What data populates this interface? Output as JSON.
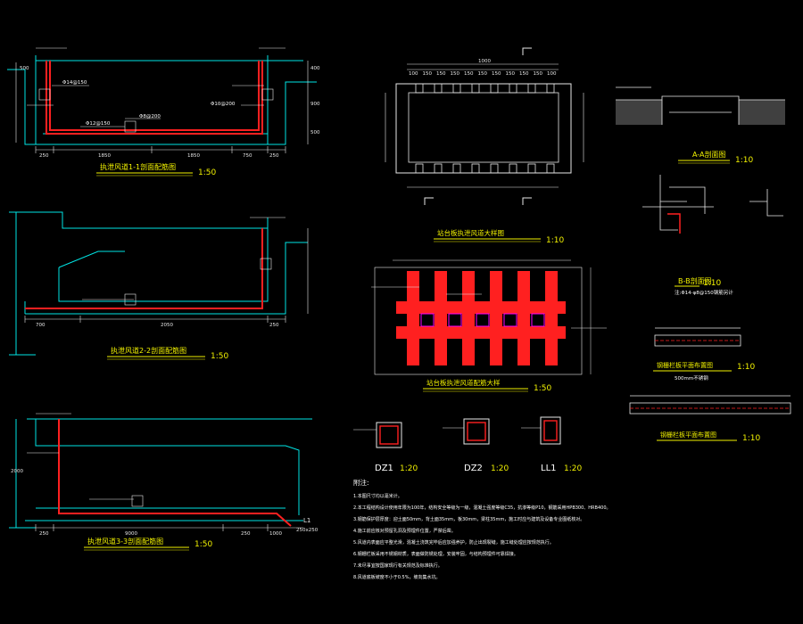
{
  "colors": {
    "background": "#000000",
    "outline": "#00e5e5",
    "rebar": "#ff2020",
    "dimension": "#e8e8e8",
    "title": "#f2f200",
    "text": "#ffffff",
    "accent": "#ff00ff",
    "dim_text": "#00ff60"
  },
  "views": {
    "sec11": {
      "title": "执泄风道1-1剖面配筋图",
      "scale": "1:50"
    },
    "sec22": {
      "title": "执泄风道2-2剖面配筋图",
      "scale": "1:50"
    },
    "sec33": {
      "title": "执泄风道3-3剖面配筋图",
      "scale": "1:50"
    },
    "plan": {
      "title": "站台板执泄风道大样图",
      "scale": "1:10"
    },
    "reinf": {
      "title": "站台板执泄风道配筋大样",
      "scale": "1:50"
    },
    "aa": {
      "title": "A-A剖面图",
      "scale": "1:10"
    },
    "bb": {
      "title": "B-B剖面图",
      "scale": "1:10",
      "note": "注:Φ14-φ8@150钢筋另计"
    },
    "grate1": {
      "title": "钢栅栏板平面布置图",
      "scale": "1:10",
      "note": "500mm不锈钢"
    },
    "grate2": {
      "title": "钢栅栏板平面布置图",
      "scale": "1:10"
    },
    "dz1": {
      "title": "DZ1",
      "scale": "1:20"
    },
    "dz2": {
      "title": "DZ2",
      "scale": "1:20"
    },
    "ll1": {
      "title": "LL1",
      "scale": "1:20"
    }
  },
  "dims": {
    "sec11": [
      "250",
      "1850",
      "1850",
      "750",
      "250"
    ],
    "sec11_side": [
      "400",
      "900",
      "500",
      "500"
    ],
    "sec22": [
      "700",
      "2050",
      "250"
    ],
    "sec33": [
      "250",
      "9000",
      "250",
      "1000",
      "2000"
    ],
    "plan_top": [
      "100",
      "150",
      "150",
      "150",
      "150",
      "150",
      "150",
      "150",
      "150",
      "150",
      "100"
    ],
    "plan_overall": "1000",
    "l1": "L1",
    "l1_size": "250x250"
  },
  "rebar_labels": [
    "Φ14@150",
    "Φ10@200",
    "Φ12@150",
    "Φ8@200"
  ],
  "notes": {
    "heading": "附注:",
    "lines": [
      "1.本图尺寸均以毫米计。",
      "2.本工程结构设计使用年限为100年，结构安全等级为一级，混凝土强度等级C35，抗渗等级P10，钢筋采用HPB300、HRB400。",
      "3.钢筋保护层厚度：迎土面50mm，背土面35mm，板30mm，梁柱35mm，施工时应与建筑及设备专业图纸核对。",
      "4.施工前应核对预留孔洞及预埋件位置，严禁后凿。",
      "5.风道内表面应平整光滑，混凝土浇筑完毕后应加强养护，防止出现裂缝，施工缝处理应按规范执行。",
      "6.钢栅栏板采用不锈钢材质，表面做防锈处理，安装牢固，与结构预埋件可靠焊接。",
      "7.未尽事宜按国家现行有关规范及标准执行。",
      "8.风道底板坡度不小于0.5%，坡向集水坑。"
    ]
  }
}
